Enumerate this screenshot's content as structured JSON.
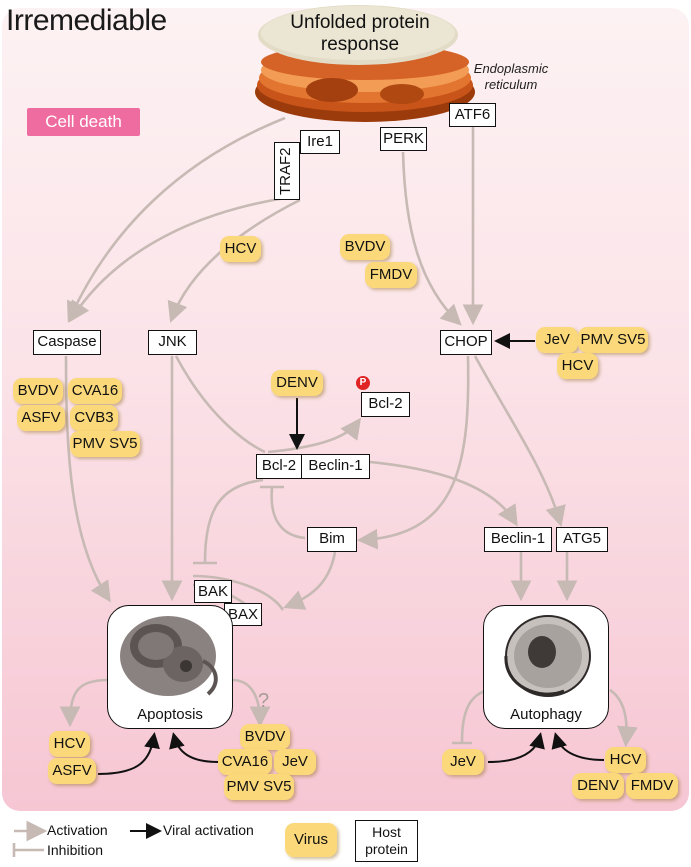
{
  "title": "Irremediable",
  "badge": "Cell death",
  "upr": [
    "Unfolded protein",
    "response"
  ],
  "er_label": [
    "Endoplasmic",
    "reticulum"
  ],
  "sensors": {
    "traf2": "TRAF2",
    "ire1": "Ire1",
    "perk": "PERK",
    "atf6": "ATF6"
  },
  "host": {
    "caspase": "Caspase",
    "jnk": "JNK",
    "chop": "CHOP",
    "bcl2_p": "Bcl-2",
    "bcl2": "Bcl-2",
    "beclin1_complex": "Beclin-1",
    "bim": "Bim",
    "beclin1": "Beclin-1",
    "atg5": "ATG5",
    "bak": "BAK",
    "bax": "BAX"
  },
  "phospho": "P",
  "viruses": {
    "hcv_jnk": "HCV",
    "bvdv_chop": "BVDV",
    "fmdv_chop": "FMDV",
    "jev_chop": "JeV",
    "pmv_chop": "PMV SV5",
    "hcv_chop": "HCV",
    "denv_bcl2": "DENV",
    "bvdv_casp": "BVDV",
    "cva16_casp": "CVA16",
    "asfv_casp": "ASFV",
    "cvb3_casp": "CVB3",
    "pmv_casp": "PMV SV5",
    "hcv_apo": "HCV",
    "asfv_apo": "ASFV",
    "bvdv_apo": "BVDV",
    "cva16_apo": "CVA16",
    "jev_apo": "JeV",
    "pmv_apo": "PMV SV5",
    "jev_auto": "JeV",
    "hcv_auto": "HCV",
    "denv_auto": "DENV",
    "fmdv_auto": "FMDV"
  },
  "outcomes": {
    "apoptosis": "Apoptosis",
    "autophagy": "Autophagy"
  },
  "question": "?",
  "legend": {
    "activation": "Activation",
    "viral_activation": "Viral activation",
    "inhibition": "Inhibition",
    "virus": "Virus",
    "host_protein": [
      "Host",
      "protein"
    ]
  },
  "colors": {
    "activation": "#c7b9b3",
    "viral": "#111111",
    "virus_fill": "#fbd97a",
    "badge": "#ee6ca0"
  }
}
